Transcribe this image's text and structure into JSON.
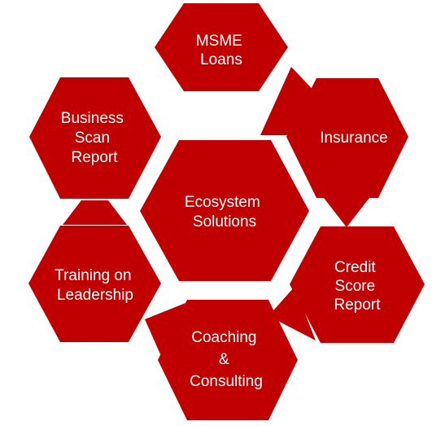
{
  "colors": {
    "hex_fill": "#c00000",
    "text": "#ffffff",
    "background": "#ffffff"
  },
  "center": {
    "lines": [
      "Ecosystem",
      "Solutions"
    ]
  },
  "nodes": [
    {
      "id": "msme-loans",
      "lines": [
        "MSME",
        "Loans"
      ]
    },
    {
      "id": "insurance",
      "lines": [
        "Insurance"
      ]
    },
    {
      "id": "credit-score-report",
      "lines": [
        "Credit",
        "Score",
        "Report"
      ]
    },
    {
      "id": "coaching-consulting",
      "lines": [
        "Coaching",
        "&",
        "Consulting"
      ]
    },
    {
      "id": "training-on-leadership",
      "lines": [
        "Training on",
        "Leadership"
      ]
    },
    {
      "id": "business-scan-report",
      "lines": [
        "Business",
        "Scan",
        "Report"
      ]
    }
  ]
}
